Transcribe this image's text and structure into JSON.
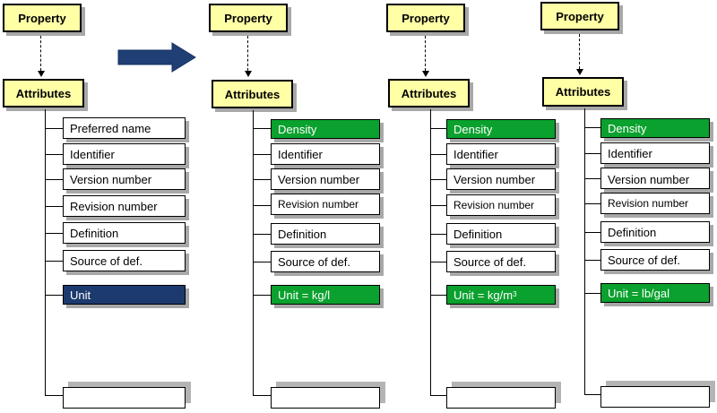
{
  "transform_arrow_color": "#1f3f75",
  "columns": [
    {
      "property": "Property",
      "attributes": "Attributes",
      "items": [
        "Preferred name",
        "Identifier",
        "Version number",
        "Revision number",
        "Definition",
        "Source of def.",
        "Unit"
      ]
    },
    {
      "property": "Property",
      "attributes": "Attributes",
      "items": [
        "Density",
        "Identifier",
        "Version number",
        "Revision number",
        "Definition",
        "Source of def.",
        "Unit = kg/l"
      ]
    },
    {
      "property": "Property",
      "attributes": "Attributes",
      "items": [
        "Density",
        "Identifier",
        "Version number",
        "Revision number",
        "Definition",
        "Source of def.",
        "Unit = kg/m",
        "3"
      ]
    },
    {
      "property": "Property",
      "attributes": "Attributes",
      "items": [
        "Density",
        "Identifier",
        "Version number",
        "Revision number",
        "Definition",
        "Source of def.",
        "Unit = lb/gal"
      ]
    }
  ],
  "colors": {
    "yellow": "#ffffa6",
    "green": "#0aa12e",
    "navy": "#1d3a6e",
    "shadow": "#a8a8a8"
  }
}
